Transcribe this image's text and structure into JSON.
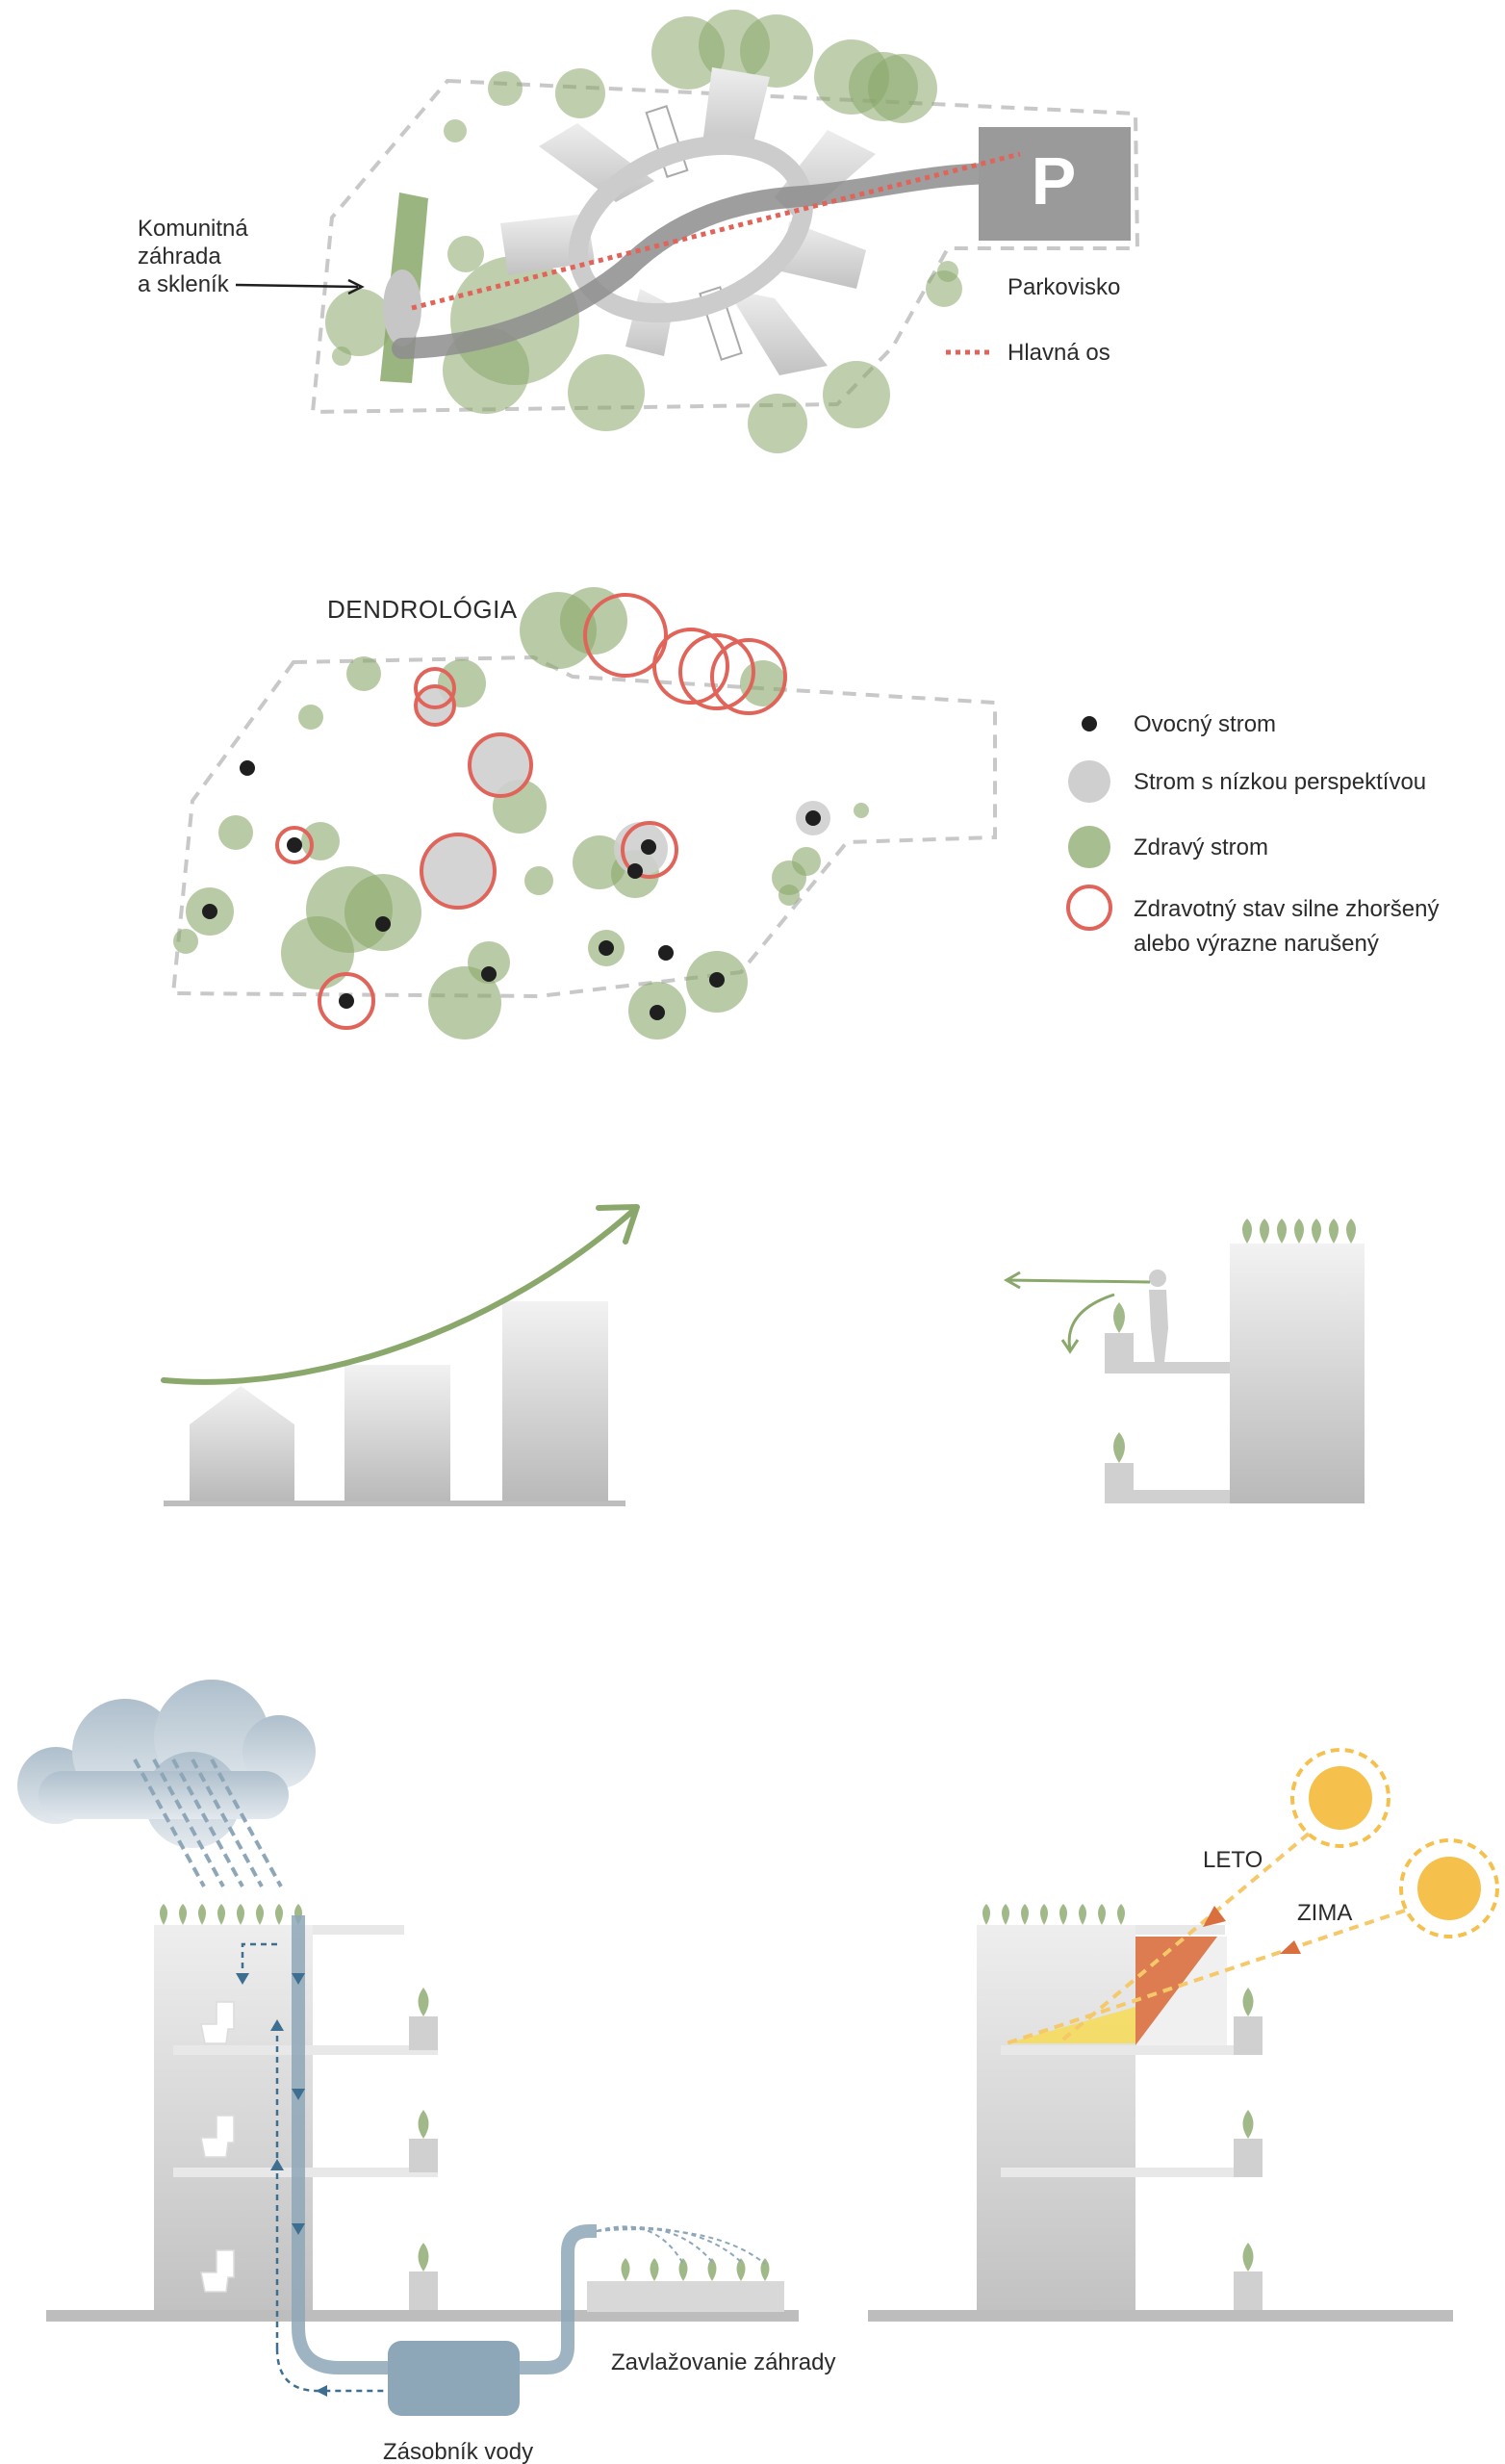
{
  "site_plan": {
    "community_garden_label": [
      "Komunitná",
      "záhrada",
      "a skleník"
    ],
    "parking_label": "Parkovisko",
    "parking_symbol": "P",
    "main_axis_label": "Hlavná os",
    "colors": {
      "tree": "#8aa86b",
      "axis": "#e0645a",
      "building": "#c9c9c9",
      "path": "#8d8d8d",
      "boundary": "#c8c8c8"
    }
  },
  "dendrology": {
    "title": "DENDROLÓGIA",
    "legend": [
      {
        "symbol": "fruit",
        "label": "Ovocný strom"
      },
      {
        "symbol": "low-perspective",
        "label": "Strom s nízkou perspektívou"
      },
      {
        "symbol": "healthy",
        "label": "Zdravý strom"
      },
      {
        "symbol": "impaired",
        "label": "Zdravotný stav silne zhoršený",
        "label2": "alebo výrazne narušený"
      }
    ],
    "colors": {
      "healthy": "#8aa86b",
      "low": "#cfcfcf",
      "fruit": "#1f1f1f",
      "impaired": "#e0645a"
    }
  },
  "water": {
    "tank_label": "Zásobník vody",
    "irrigation_label": "Zavlažovanie záhrady",
    "colors": {
      "water": "#5f86a3",
      "cloud": "#9fb4c4",
      "tank": "#8ea7b8"
    }
  },
  "sun": {
    "summer_label": "LETO",
    "winter_label": "ZIMA",
    "colors": {
      "sun": "#f6c04c",
      "summer": "#d96f3e",
      "winter": "#f5dc5c"
    }
  }
}
